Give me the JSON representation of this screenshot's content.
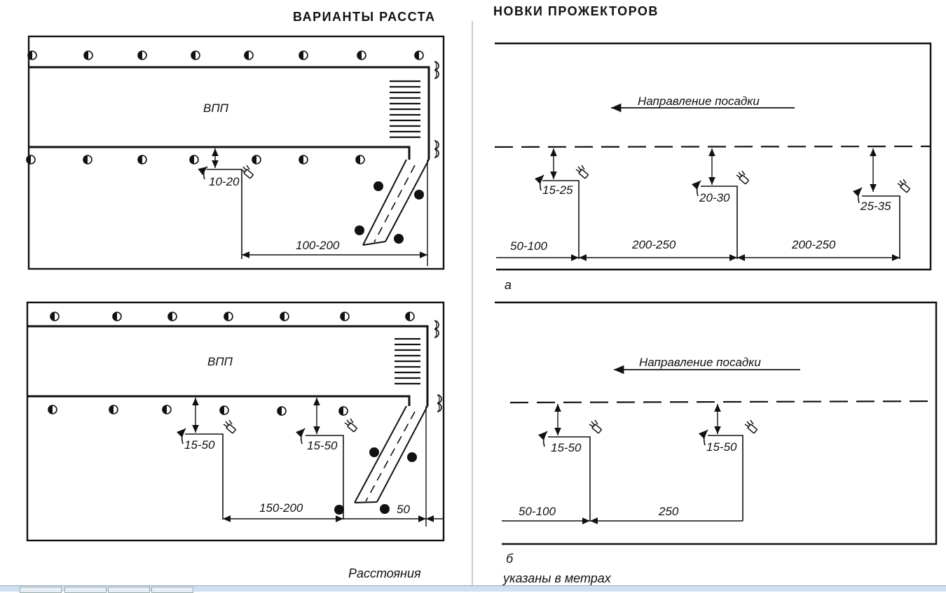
{
  "header": {
    "left": "ВАРИАНТЫ РАССТА",
    "right": "НОВКИ ПРОЖЕКТОРОВ"
  },
  "left_top": {
    "runway_label": "ВПП",
    "offset": "10-20",
    "span": "100-200"
  },
  "left_bottom": {
    "runway_label": "ВПП",
    "offset_1": "15-50",
    "offset_2": "15-50",
    "span": "150-200",
    "end_span": "50"
  },
  "right_top": {
    "direction": "Направление посадки",
    "offset_1": "15-25",
    "offset_2": "20-30",
    "offset_3": "25-35",
    "span_1": "50-100",
    "span_2": "200-250",
    "span_3": "200-250",
    "letter": "а"
  },
  "right_bottom": {
    "direction": "Направление посадки",
    "offset_1": "15-50",
    "offset_2": "15-50",
    "span_1": "50-100",
    "span_2": "250",
    "letter": "б"
  },
  "footer": {
    "left": "Расстояния",
    "right": "указаны в метрах"
  }
}
